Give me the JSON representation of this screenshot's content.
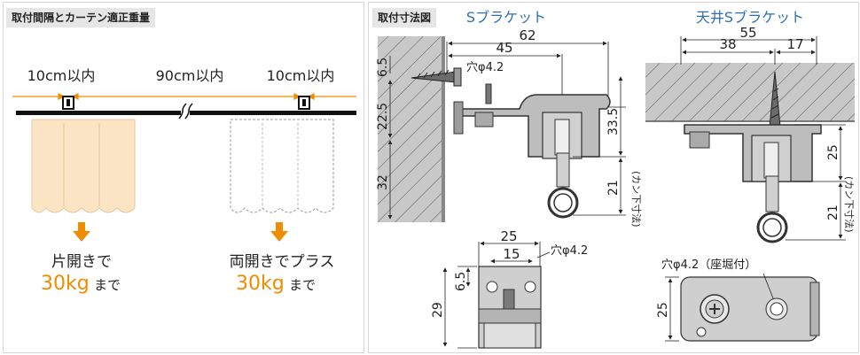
{
  "left": {
    "tag": "取付間隔とカーテン適正重量",
    "dim_left": "10cm以内",
    "dim_center": "90cm以内",
    "dim_right": "10cm以内",
    "caption_single_line1": "片開きで",
    "caption_single_value": "30kg",
    "caption_single_suffix": "まで",
    "caption_double_line1": "両開きでプラス",
    "caption_double_value": "30kg",
    "caption_double_suffix": "まで"
  },
  "right": {
    "tag": "取付寸法図",
    "s_bracket_title": "Sブラケット",
    "ceiling_bracket_title": "天井Sブラケット",
    "s": {
      "d62": "62",
      "d45": "45",
      "hole": "穴φ4.2",
      "d65": "6.5",
      "d225": "22.5",
      "d32": "32",
      "d335": "33.5",
      "d21": "21",
      "rod_label": "(カン下寸法)"
    },
    "s_plate": {
      "d25": "25",
      "d15": "15",
      "hole": "穴φ4.2",
      "d65": "6.5",
      "d29": "29"
    },
    "ceil": {
      "d55": "55",
      "d38": "38",
      "d17": "17",
      "d25": "25",
      "d21": "21",
      "rod_label": "(カン下寸法)"
    },
    "ceil_plate": {
      "hole": "穴φ4.2（座堀付）",
      "d25": "25"
    }
  },
  "colors": {
    "title_blue": "#2e6fb5",
    "orange": "#f08c00",
    "curtain_fill": "#fbe4c4",
    "wall_gray": "#c8c8c8"
  }
}
